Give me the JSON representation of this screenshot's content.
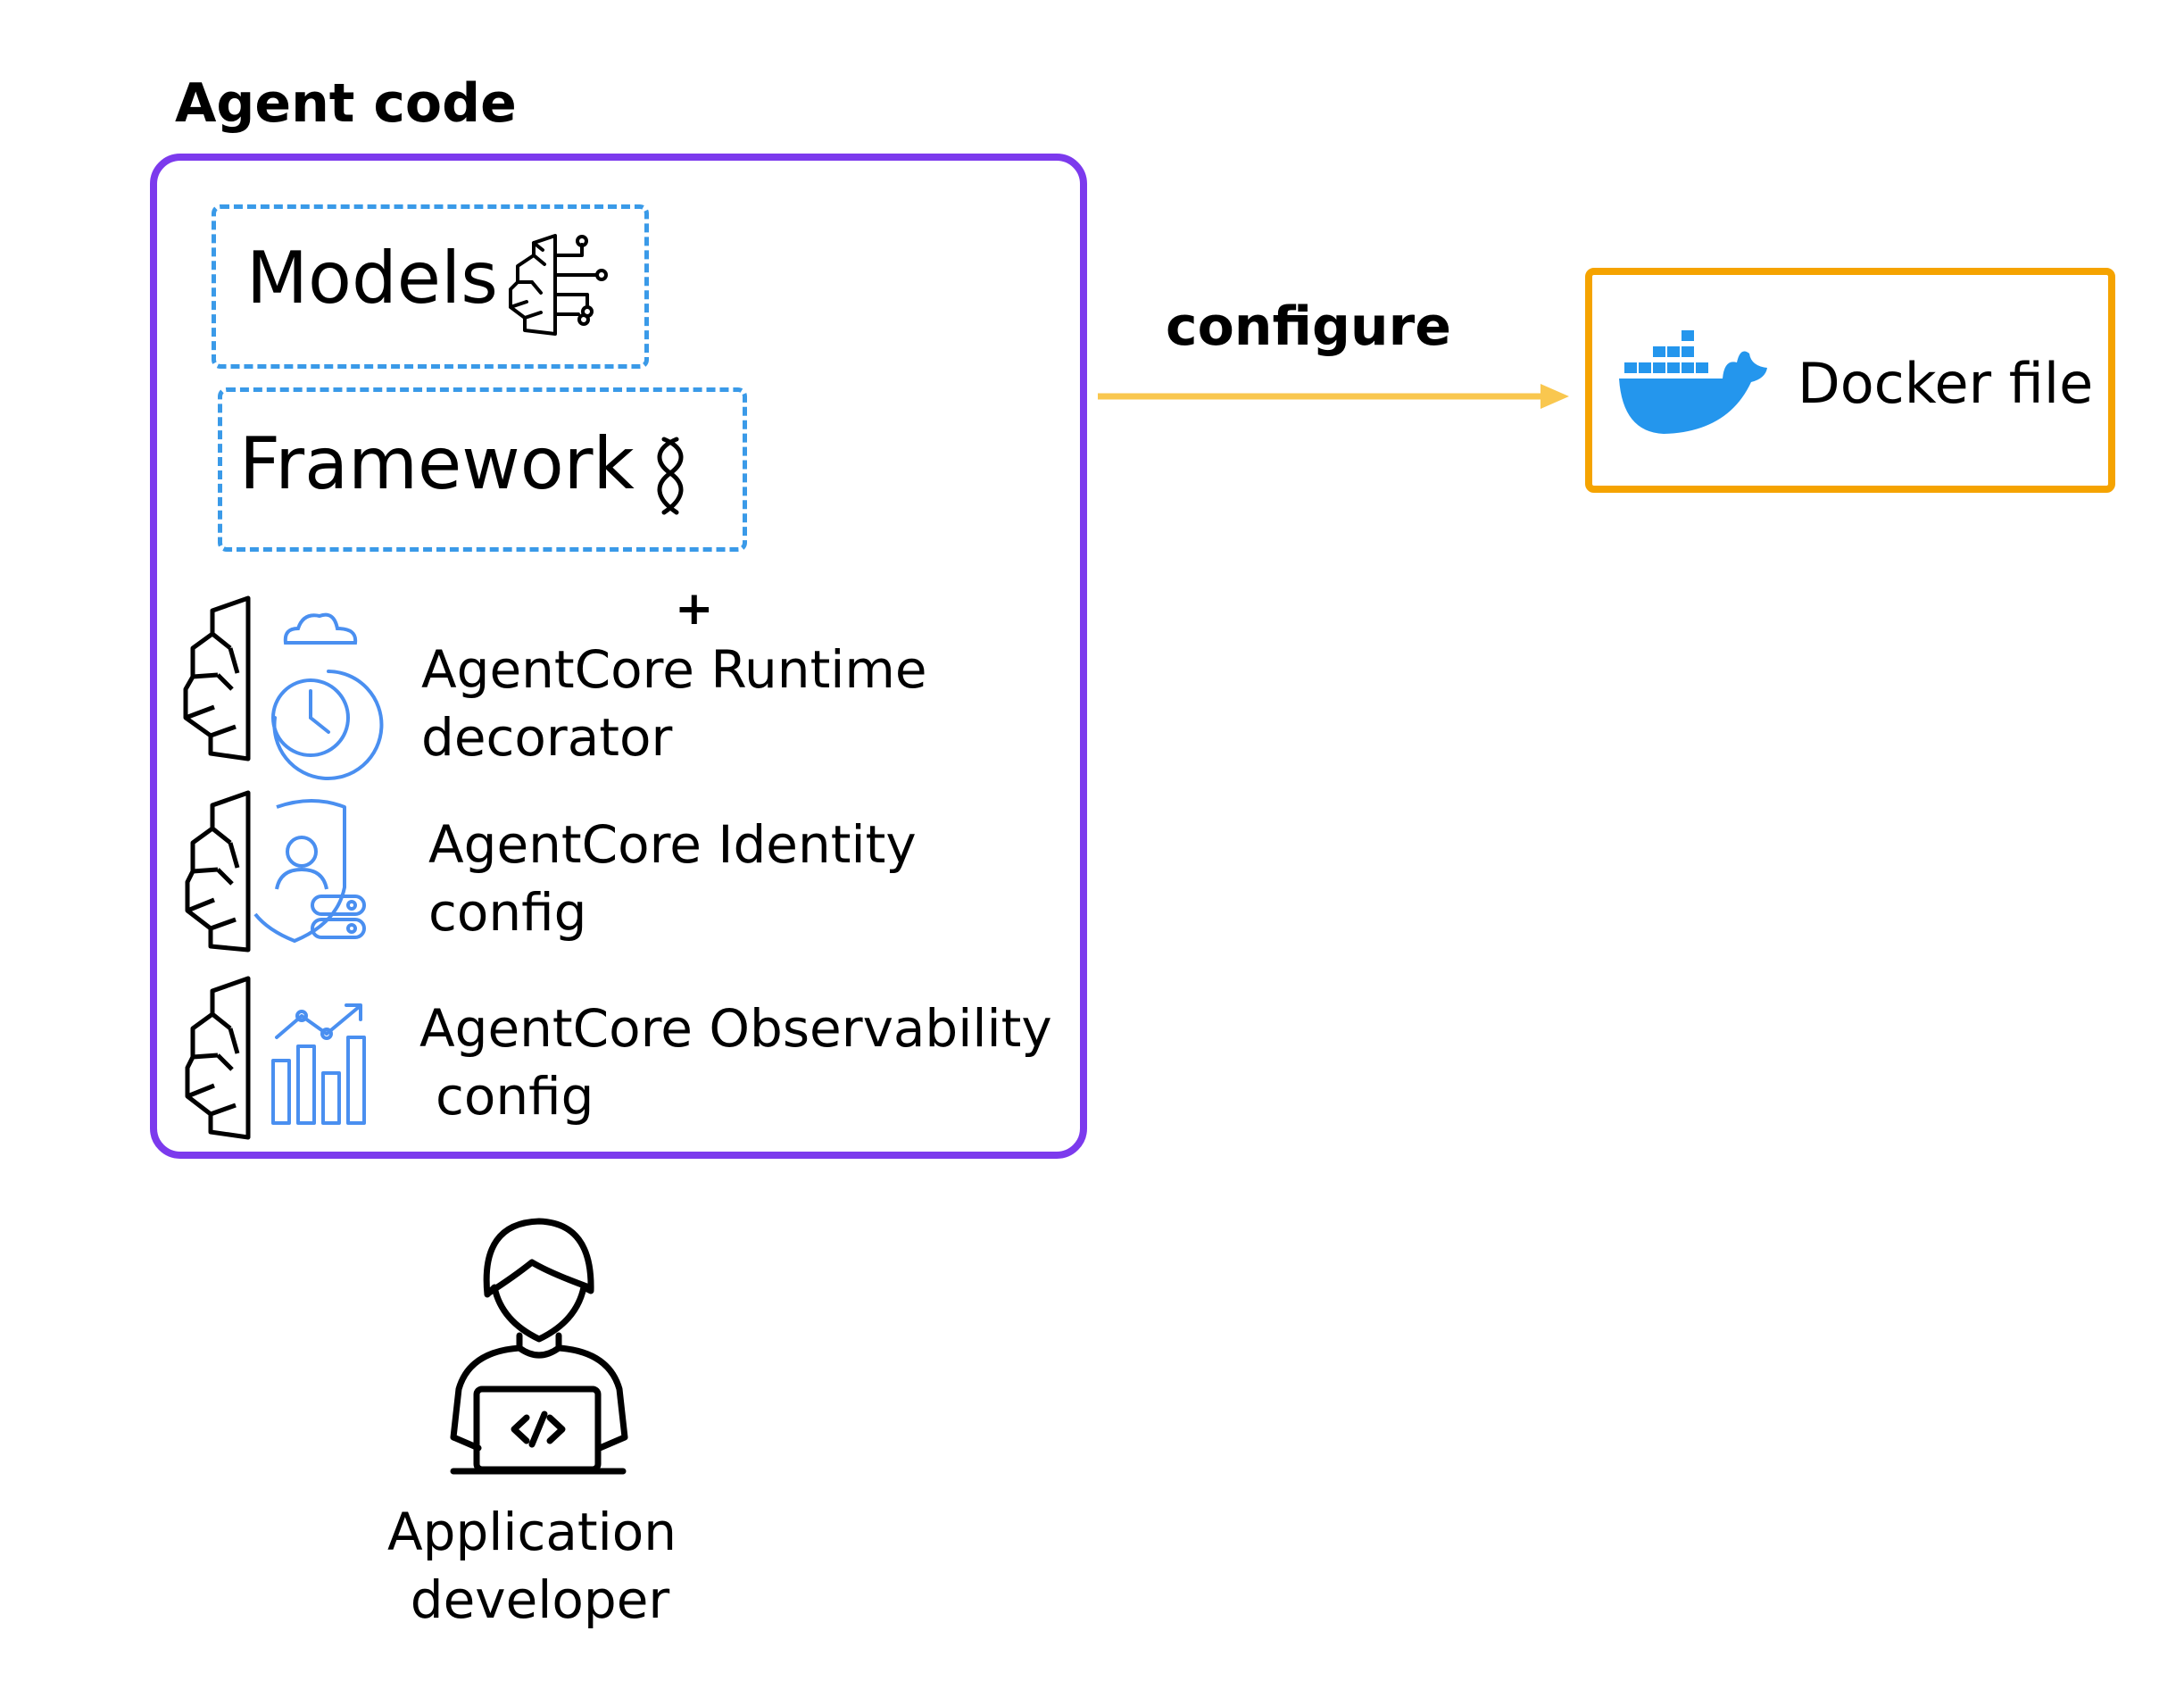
{
  "agent_code": {
    "title": "Agent code",
    "border_color": "#7c3aed",
    "models": {
      "label": "Models",
      "icon": "ai-brain-circuit-icon"
    },
    "framework": {
      "label": "Framework",
      "icon": "strands-helix-icon"
    },
    "plus": "+",
    "runtime": {
      "line1": "AgentCore Runtime",
      "line2": "decorator",
      "icon": "agentcore-runtime-icon"
    },
    "identity": {
      "line1": "AgentCore Identity",
      "line2": "config",
      "icon": "agentcore-identity-icon"
    },
    "observability": {
      "line1": "AgentCore Observability",
      "line2": "config",
      "icon": "agentcore-observability-icon"
    }
  },
  "arrow": {
    "label": "configure",
    "color": "#f9c74f"
  },
  "docker": {
    "label": "Docker file",
    "icon": "docker-whale-icon",
    "border_color": "#f5a300",
    "icon_color": "#2496ed"
  },
  "developer": {
    "line1": "Application",
    "line2": "developer",
    "icon": "developer-laptop-icon"
  },
  "colors": {
    "dashed_box": "#3a9ae8",
    "icon_accent": "#4a8ff0"
  }
}
